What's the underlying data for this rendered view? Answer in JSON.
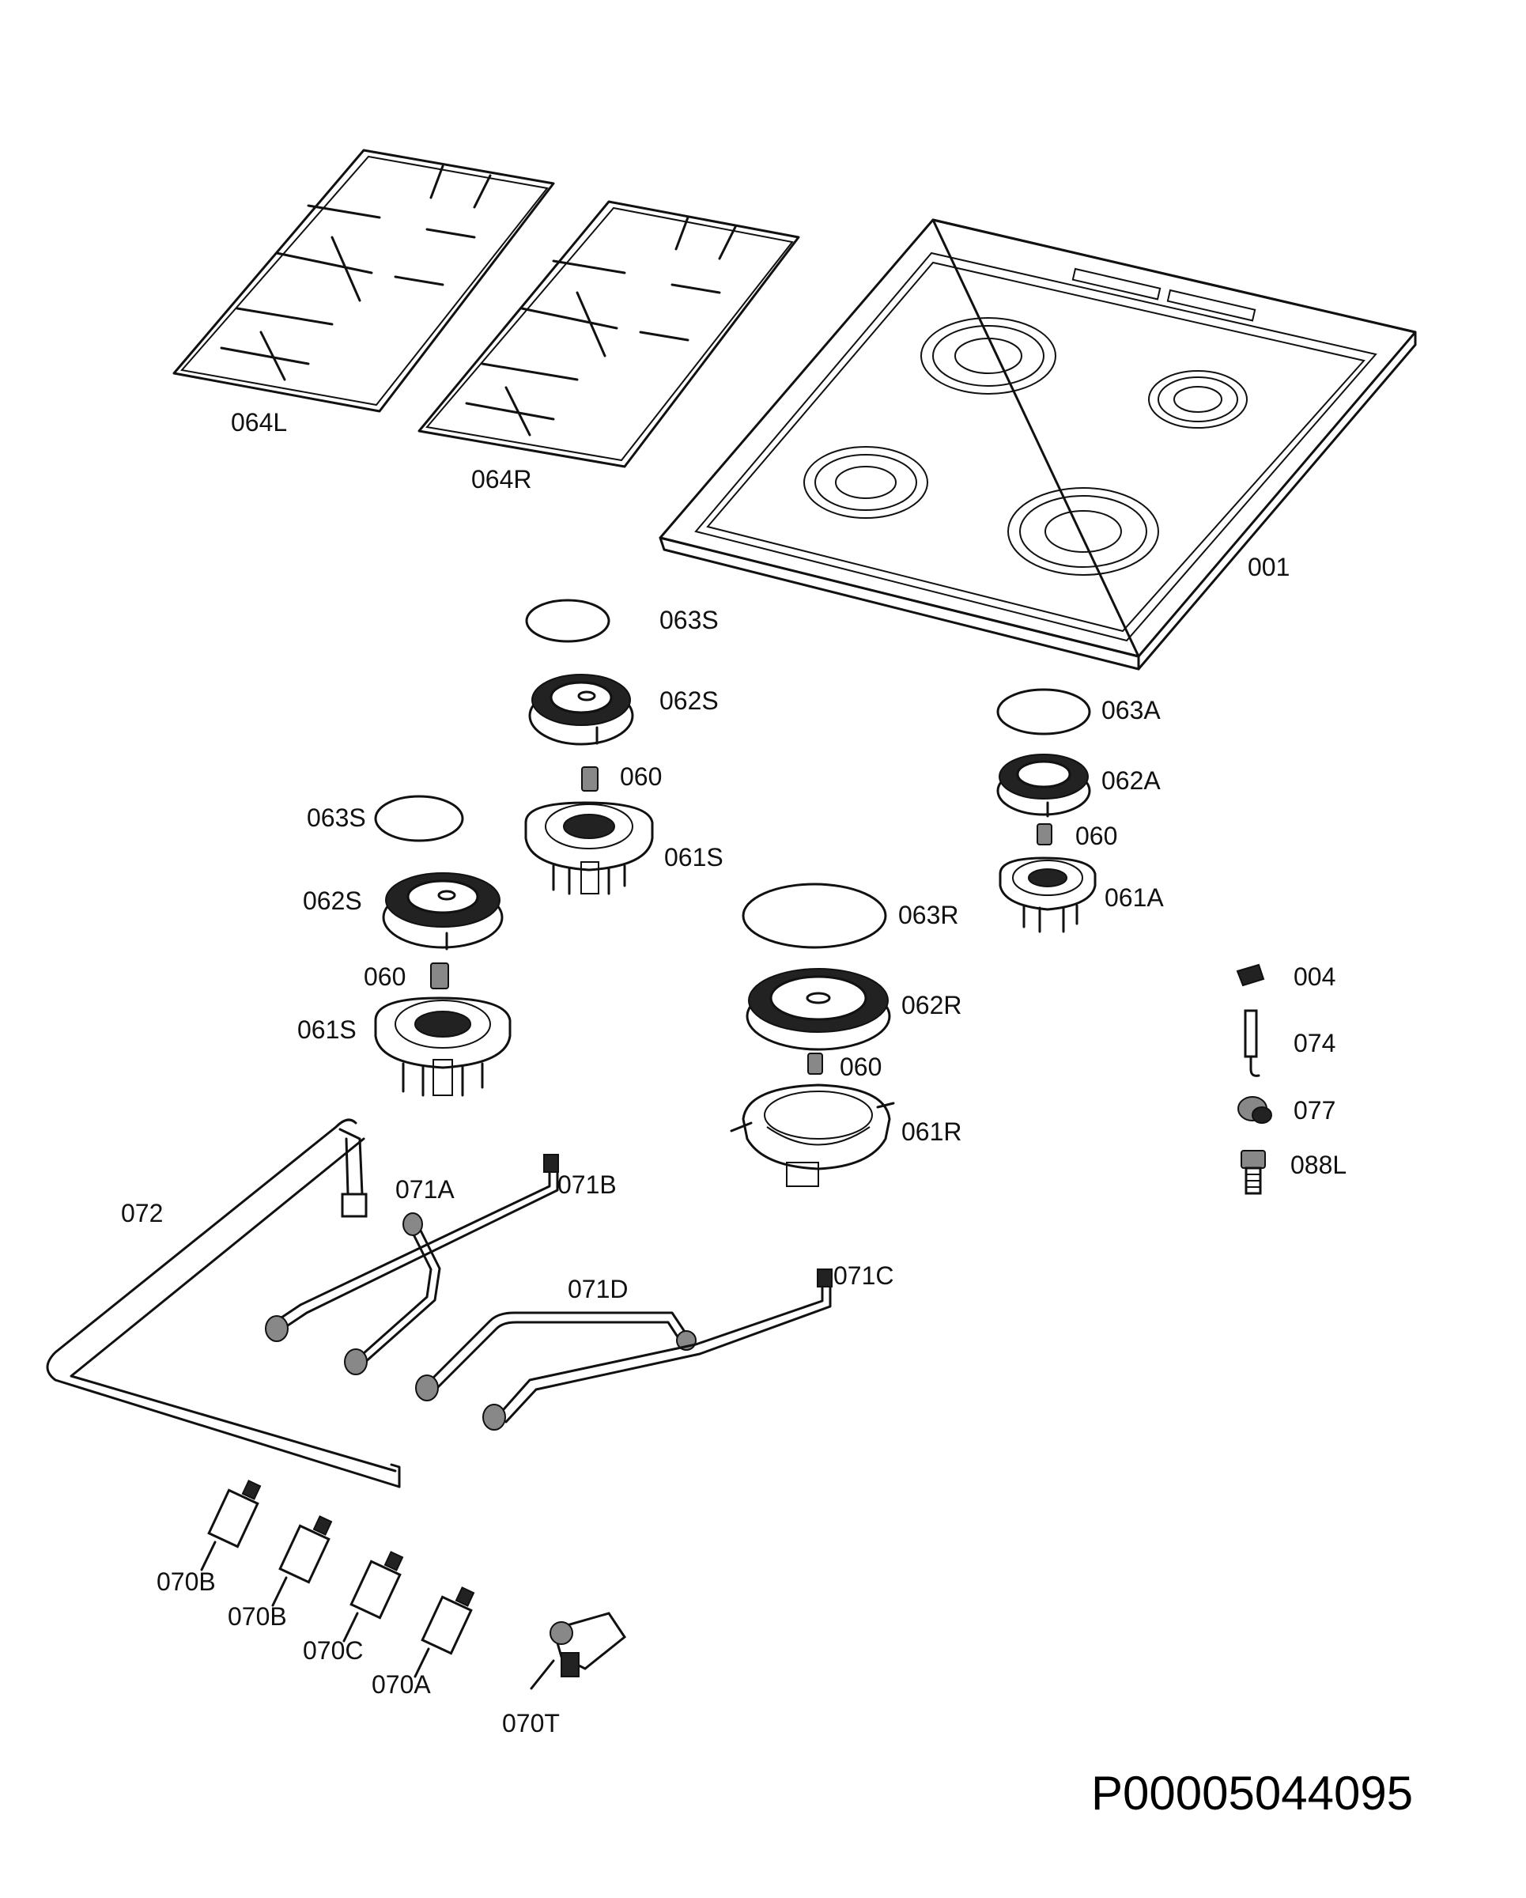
{
  "drawing_code": "P00005044095",
  "parts": {
    "p064L": "064L",
    "p064R": "064R",
    "p001": "001",
    "p063S_a": "063S",
    "p062S_a": "062S",
    "p060_a": "060",
    "p063S_b": "063S",
    "p061S_a": "061S",
    "p062S_b": "062S",
    "p060_b": "060",
    "p061S_b": "061S",
    "p063A": "063A",
    "p062A": "062A",
    "p060_c": "060",
    "p061A": "061A",
    "p063R": "063R",
    "p062R": "062R",
    "p060_d": "060",
    "p061R": "061R",
    "p004": "004",
    "p074": "074",
    "p077": "077",
    "p088L": "088L",
    "p072": "072",
    "p071A": "071A",
    "p071B": "071B",
    "p071D": "071D",
    "p071C": "071C",
    "p070B_a": "070B",
    "p070B_b": "070B",
    "p070C": "070C",
    "p070A": "070A",
    "p070T": "070T"
  }
}
